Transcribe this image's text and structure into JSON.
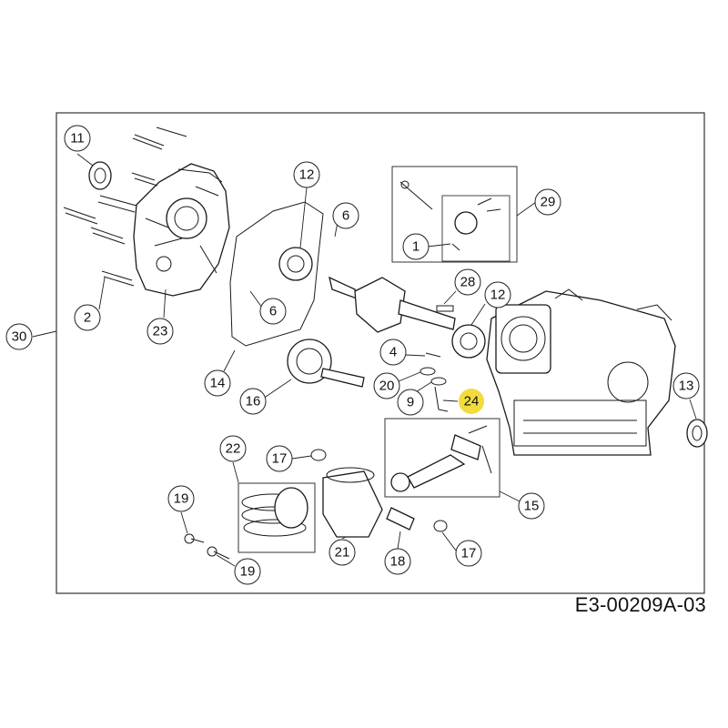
{
  "drawing_code": "E3-00209A-03",
  "highlight_color": "#f2dc3c",
  "callouts": [
    {
      "label": "11",
      "part": "oil-seal"
    },
    {
      "label": "12",
      "part": "bearing"
    },
    {
      "label": "6",
      "part": "dowel-pin"
    },
    {
      "label": "29",
      "part": "governor-kit"
    },
    {
      "label": "1",
      "part": "governor-gear"
    },
    {
      "label": "2",
      "part": "crankcase-bolt"
    },
    {
      "label": "23",
      "part": "crankcase-cover"
    },
    {
      "label": "6",
      "part": "dowel-pin"
    },
    {
      "label": "28",
      "part": "key"
    },
    {
      "label": "12",
      "part": "bearing"
    },
    {
      "label": "30",
      "part": "engine-block-assembly"
    },
    {
      "label": "4",
      "part": "clip"
    },
    {
      "label": "20",
      "part": "washer"
    },
    {
      "label": "9",
      "part": "pin"
    },
    {
      "label": "24",
      "part": "wire-pin",
      "highlighted": true
    },
    {
      "label": "14",
      "part": "gasket"
    },
    {
      "label": "16",
      "part": "camshaft"
    },
    {
      "label": "13",
      "part": "oil-seal"
    },
    {
      "label": "22",
      "part": "piston-ring-set"
    },
    {
      "label": "17",
      "part": "circlip"
    },
    {
      "label": "15",
      "part": "connecting-rod"
    },
    {
      "label": "19",
      "part": "valve-lifter"
    },
    {
      "label": "21",
      "part": "piston"
    },
    {
      "label": "18",
      "part": "piston-pin"
    },
    {
      "label": "17",
      "part": "circlip"
    },
    {
      "label": "19",
      "part": "valve-lifter"
    }
  ]
}
